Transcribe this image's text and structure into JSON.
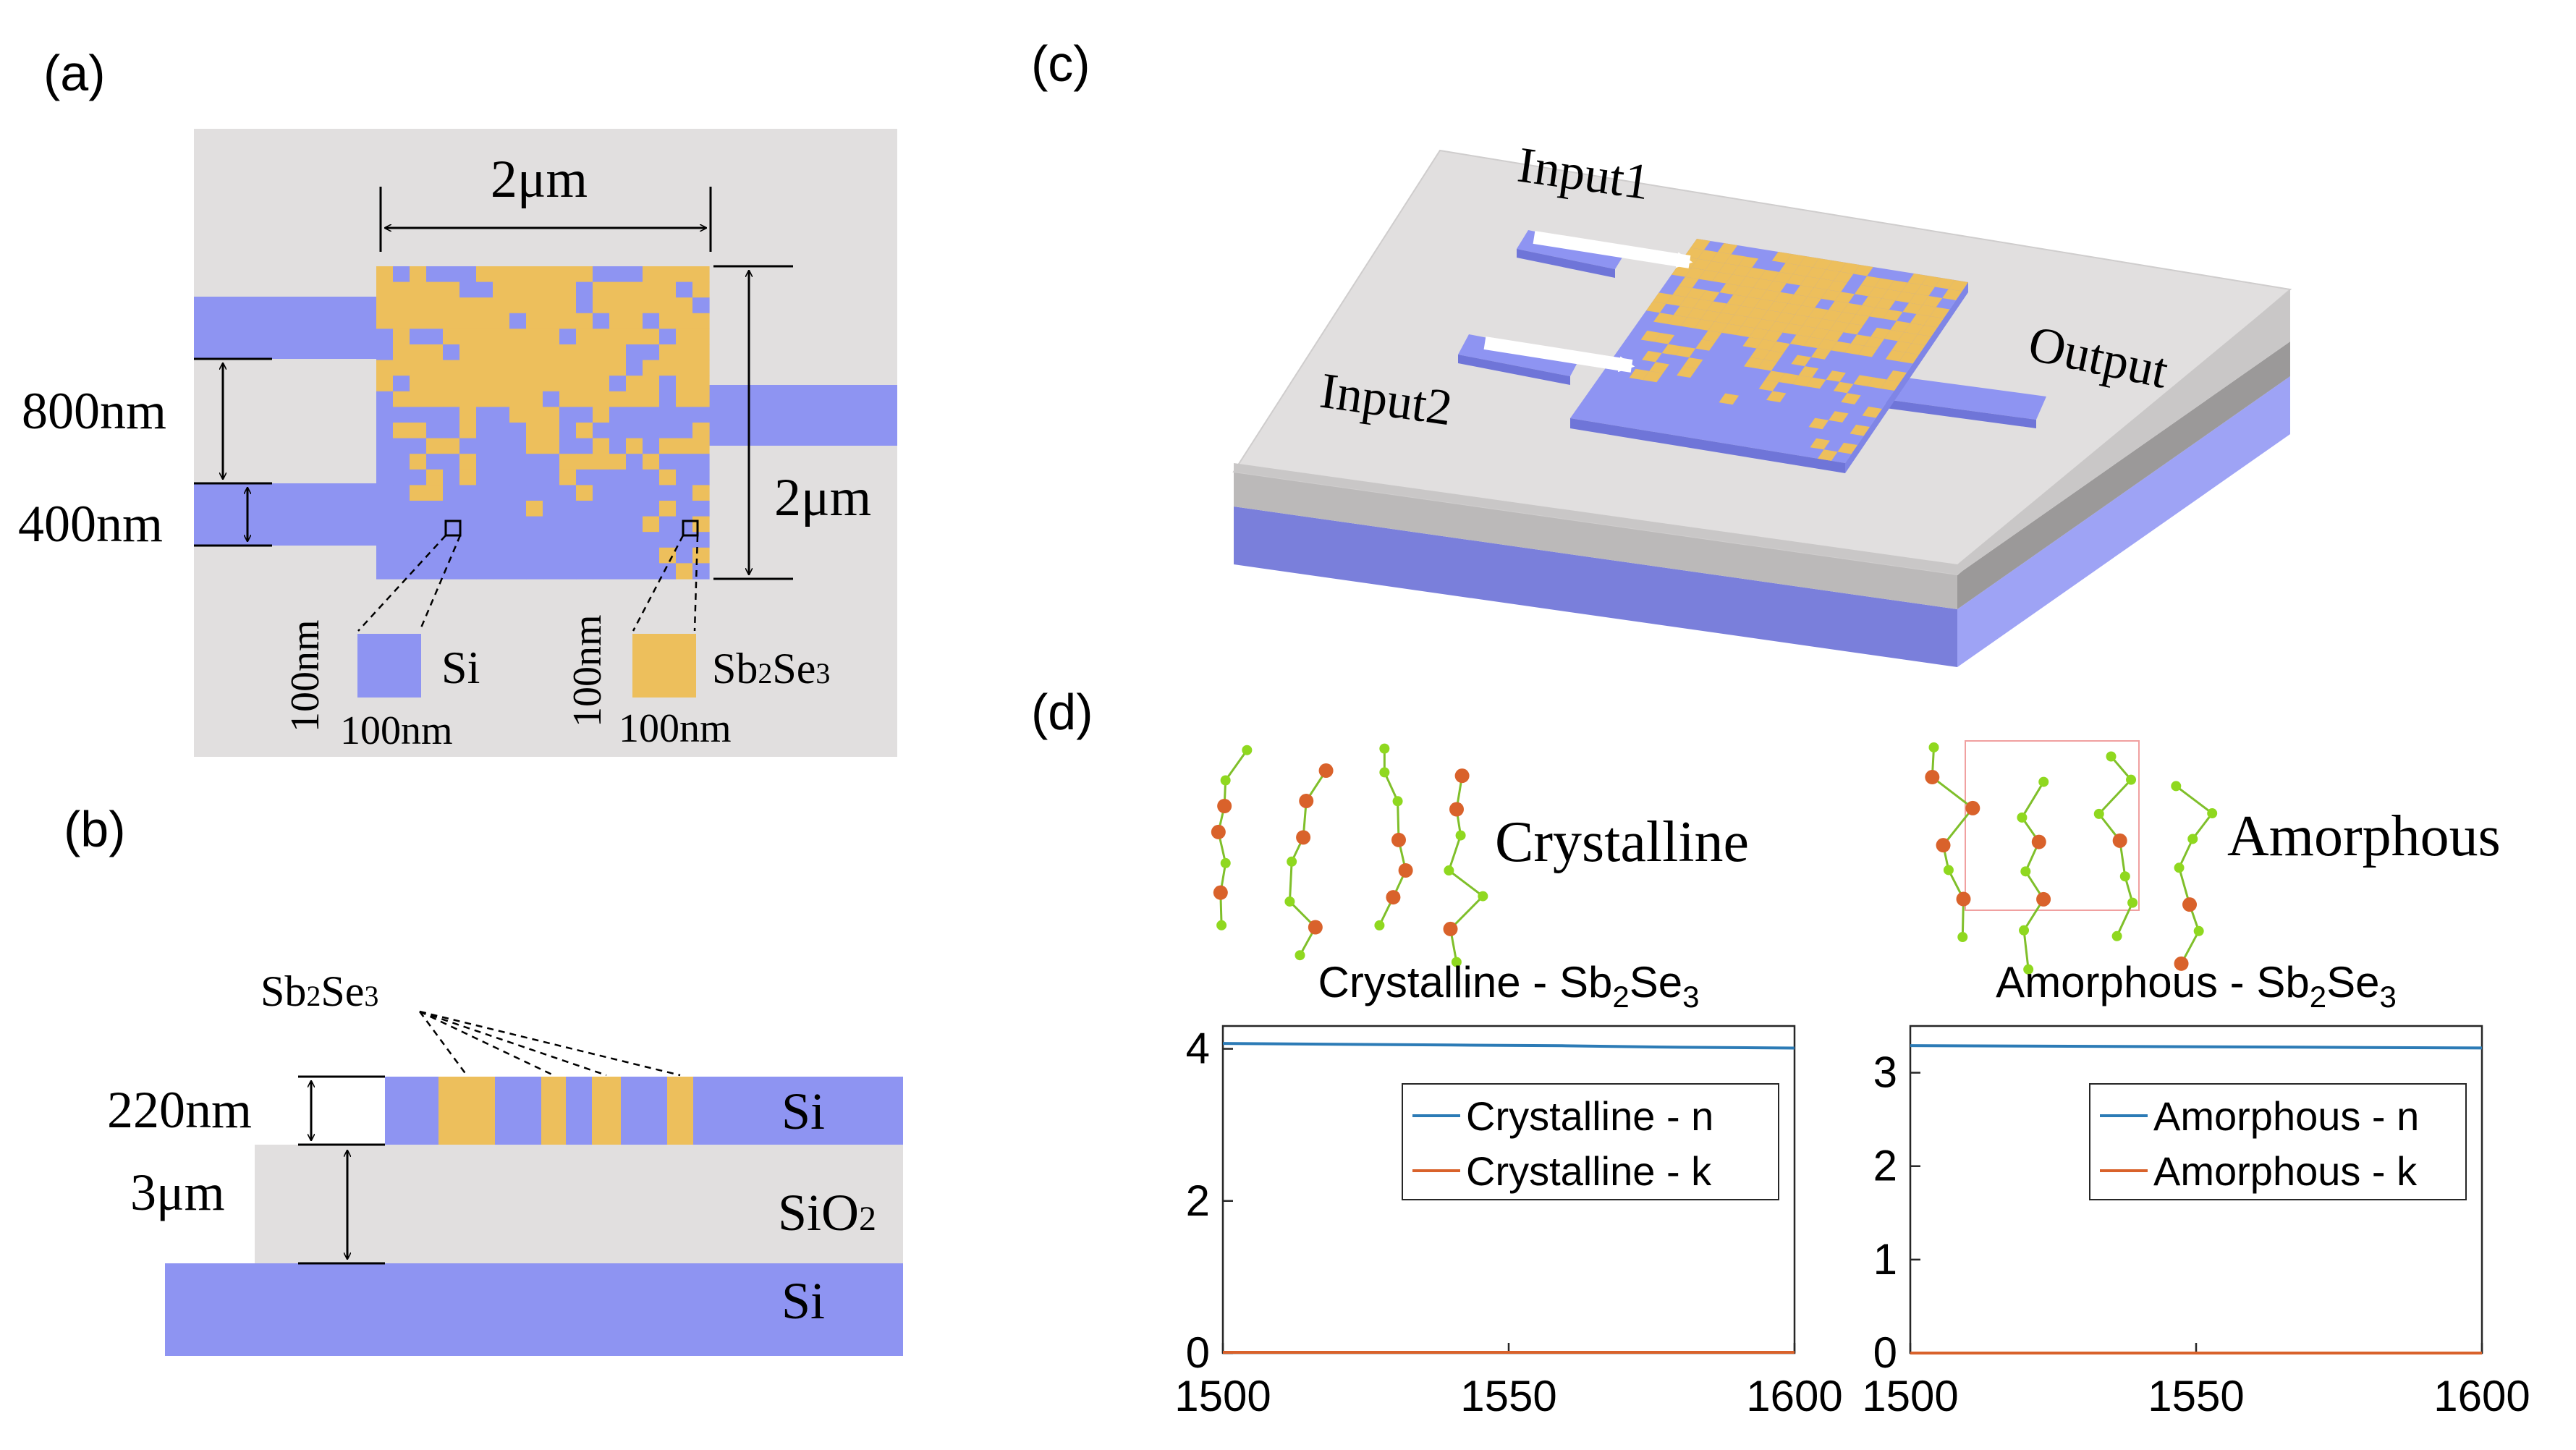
{
  "colors": {
    "si": "#8e94f2",
    "si_dark": "#6f75d8",
    "sb2se3": "#edbf5c",
    "oxide": "#e1dfdf",
    "oxide_side": "#bbb9b9",
    "n_line": "#2c7bb6",
    "k_line": "#d9622b"
  },
  "panel_a": {
    "label": "(a)",
    "width_label": "2μm",
    "height_label": "2μm",
    "gap_label": "800nm",
    "wg_label": "400nm",
    "pixel_v1": "100nm",
    "pixel_h1": "100nm",
    "pixel_v2": "100nm",
    "pixel_h2": "100nm",
    "legend_si": "Si",
    "legend_sb2se3_main": "Sb",
    "legend_sb2se3_sub1": "2",
    "legend_sb2se3_mid": "Se",
    "legend_sb2se3_sub2": "3",
    "pattern_rows": [
      "02022200000002220000",
      "00000220000020000010",
      "00000000000020000001",
      "00000000200001001000",
      "10220000000200000100",
      "20001000000000011000",
      "00000000000000010000",
      "01000000000000100200",
      "10000000001000000200",
      "12111011000110111121",
      "20011011100101111110",
      "11100121100110101000",
      "11011011111000010111",
      "11101011111011211011",
      "11001121111101111110",
      "11112111101111111011",
      "11111111111111110110",
      "11111111111111111112",
      "11111111111111111010",
      "11111111111111111101"
    ]
  },
  "panel_b": {
    "label": "(b)",
    "sb2se3_main": "Sb",
    "sb2se3_sub1": "2",
    "sb2se3_mid": "Se",
    "sb2se3_sub2": "3",
    "thick_label": "220nm",
    "box_label": "3μm",
    "si_top": "Si",
    "sio2_main": "SiO",
    "sio2_sub": "2",
    "si_bottom": "Si"
  },
  "panel_c": {
    "label": "(c)",
    "input1": "Input1",
    "input2": "Input2",
    "output": "Output"
  },
  "panel_d": {
    "label": "(d)",
    "crystalline_caption": "Crystalline",
    "amorphous_caption": "Amorphous"
  },
  "chart_data": [
    {
      "type": "line",
      "title_main": "Crystalline - Sb",
      "title_sub1": "2",
      "title_mid": "Se",
      "title_sub2": "3",
      "x": [
        1500,
        1520,
        1540,
        1560,
        1580,
        1600
      ],
      "xlim": [
        1500,
        1600
      ],
      "ylim": [
        0,
        4.3
      ],
      "xticks": [
        "1500",
        "1550",
        "1600"
      ],
      "yticks": [
        "0",
        "2",
        "4"
      ],
      "legend": "top-right",
      "grid": false,
      "series": [
        {
          "name": "Crystalline - n",
          "values": [
            4.07,
            4.06,
            4.05,
            4.04,
            4.02,
            4.01
          ]
        },
        {
          "name": "Crystalline - k",
          "values": [
            0.01,
            0.01,
            0.01,
            0.01,
            0.01,
            0.01
          ]
        }
      ]
    },
    {
      "type": "line",
      "title_main": "Amorphous - Sb",
      "title_sub1": "2",
      "title_mid": "Se",
      "title_sub2": "3",
      "x": [
        1500,
        1520,
        1540,
        1560,
        1580,
        1600
      ],
      "xlim": [
        1500,
        1600
      ],
      "ylim": [
        0,
        3.5
      ],
      "xticks": [
        "1500",
        "1550",
        "1600"
      ],
      "yticks": [
        "0",
        "1",
        "2",
        "3"
      ],
      "legend": "top-right",
      "grid": false,
      "series": [
        {
          "name": "Amorphous - n",
          "values": [
            3.29,
            3.285,
            3.28,
            3.275,
            3.27,
            3.265
          ]
        },
        {
          "name": "Amorphous - k",
          "values": [
            0.0,
            0.0,
            0.0,
            0.0,
            0.0,
            0.0
          ]
        }
      ]
    }
  ]
}
